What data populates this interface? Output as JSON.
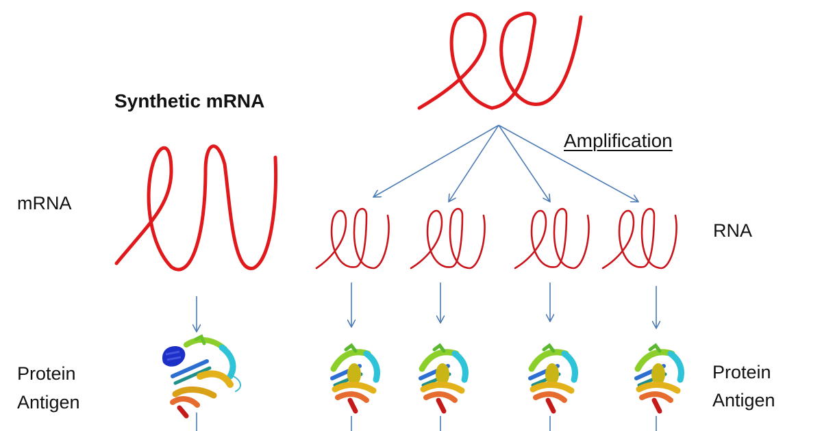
{
  "diagram": {
    "title": "Synthetic mRNA",
    "mrna_label": "mRNA",
    "protein_label_left": [
      "Protein",
      "Antigen"
    ],
    "amplification_label": "Amplification",
    "rna_label": "RNA",
    "protein_label_right": [
      "Protein",
      "Antigen"
    ],
    "strand_color": "#e0191c",
    "arrow_color": "#4a7ab4"
  }
}
